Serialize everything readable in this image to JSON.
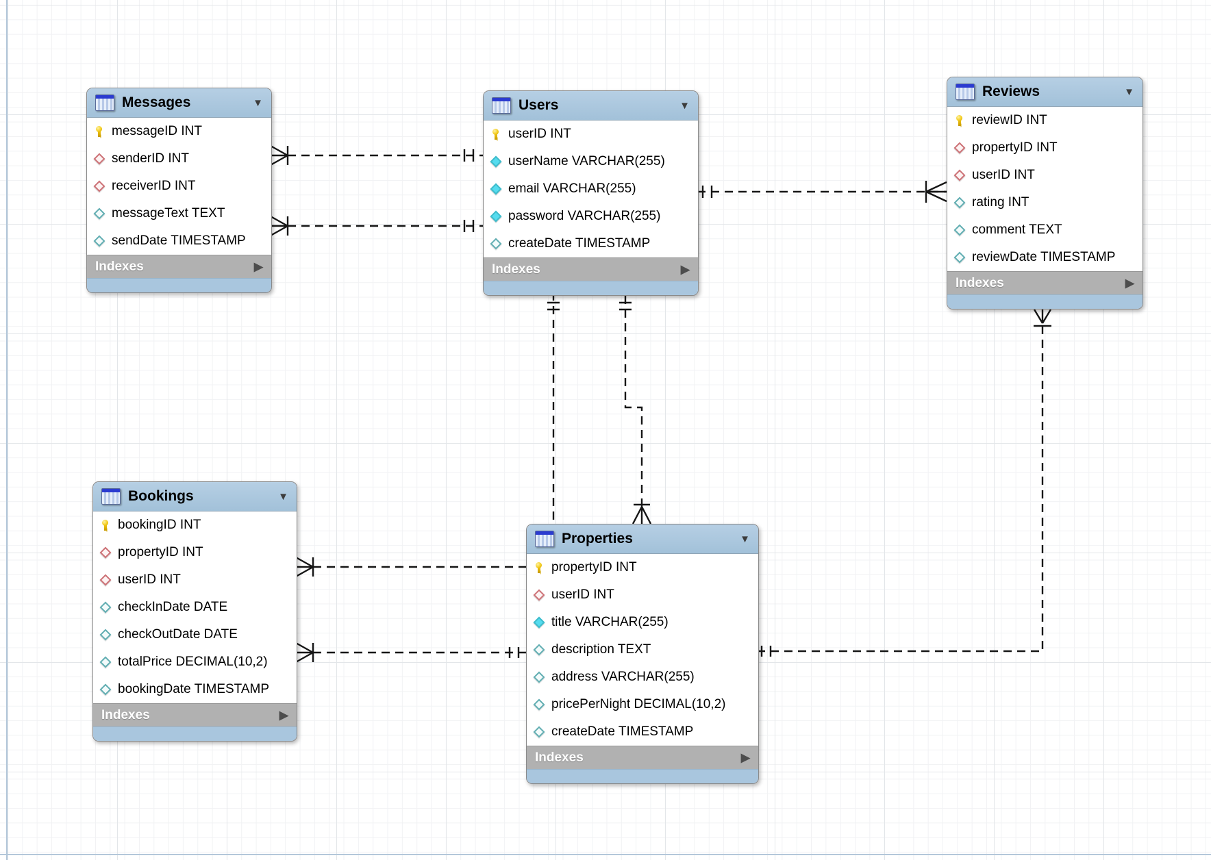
{
  "icons": {
    "collapse": "▼",
    "expand": "▶"
  },
  "colors": {
    "header_blue": "#a9c6de",
    "indexes_gray": "#b1b1b1",
    "primary_key_yellow": "#f2c918",
    "foreign_key_red": "#cd7277",
    "attribute_teal": "#62aeb2",
    "attribute_notnull_cyan": "#55dcef",
    "relationship_line": "#161616",
    "grid_line": "#f1f2f4"
  },
  "tables": {
    "messages": {
      "title": "Messages",
      "footer_label": "Indexes",
      "columns": [
        {
          "icon": "key",
          "text": "messageID INT"
        },
        {
          "icon": "fk",
          "text": "senderID INT"
        },
        {
          "icon": "fk",
          "text": "receiverID INT"
        },
        {
          "icon": "attr",
          "text": "messageText TEXT"
        },
        {
          "icon": "attr",
          "text": "sendDate TIMESTAMP"
        }
      ]
    },
    "users": {
      "title": "Users",
      "footer_label": "Indexes",
      "columns": [
        {
          "icon": "key",
          "text": "userID INT"
        },
        {
          "icon": "attr-filled",
          "text": "userName VARCHAR(255)"
        },
        {
          "icon": "attr-filled",
          "text": "email VARCHAR(255)"
        },
        {
          "icon": "attr-filled",
          "text": "password VARCHAR(255)"
        },
        {
          "icon": "attr",
          "text": "createDate TIMESTAMP"
        }
      ]
    },
    "reviews": {
      "title": "Reviews",
      "footer_label": "Indexes",
      "columns": [
        {
          "icon": "key",
          "text": "reviewID INT"
        },
        {
          "icon": "fk",
          "text": "propertyID INT"
        },
        {
          "icon": "fk",
          "text": "userID INT"
        },
        {
          "icon": "attr",
          "text": "rating INT"
        },
        {
          "icon": "attr",
          "text": "comment TEXT"
        },
        {
          "icon": "attr",
          "text": "reviewDate TIMESTAMP"
        }
      ]
    },
    "bookings": {
      "title": "Bookings",
      "footer_label": "Indexes",
      "columns": [
        {
          "icon": "key",
          "text": "bookingID INT"
        },
        {
          "icon": "fk",
          "text": "propertyID INT"
        },
        {
          "icon": "fk",
          "text": "userID INT"
        },
        {
          "icon": "attr",
          "text": "checkInDate DATE"
        },
        {
          "icon": "attr",
          "text": "checkOutDate DATE"
        },
        {
          "icon": "attr",
          "text": "totalPrice DECIMAL(10,2)"
        },
        {
          "icon": "attr",
          "text": "bookingDate TIMESTAMP"
        }
      ]
    },
    "properties": {
      "title": "Properties",
      "footer_label": "Indexes",
      "columns": [
        {
          "icon": "key",
          "text": "propertyID INT"
        },
        {
          "icon": "fk",
          "text": "userID INT"
        },
        {
          "icon": "attr-filled",
          "text": "title VARCHAR(255)"
        },
        {
          "icon": "attr",
          "text": "description TEXT"
        },
        {
          "icon": "attr",
          "text": "address VARCHAR(255)"
        },
        {
          "icon": "attr",
          "text": "pricePerNight DECIMAL(10,2)"
        },
        {
          "icon": "attr",
          "text": "createDate TIMESTAMP"
        }
      ]
    }
  },
  "relationships": [
    {
      "source": "Messages",
      "target": "Users",
      "source_end": "many-mandatory",
      "target_end": "one-mandatory",
      "style": "dashed"
    },
    {
      "source": "Messages",
      "target": "Users",
      "source_end": "many-mandatory",
      "target_end": "one-mandatory",
      "style": "dashed"
    },
    {
      "source": "Reviews",
      "target": "Users",
      "source_end": "many-mandatory",
      "target_end": "one-mandatory",
      "style": "dashed"
    },
    {
      "source": "Bookings",
      "target": "Users",
      "source_end": "many-mandatory",
      "target_end": "one-mandatory",
      "style": "dashed"
    },
    {
      "source": "Properties",
      "target": "Users",
      "source_end": "many-mandatory",
      "target_end": "one-mandatory",
      "style": "dashed"
    },
    {
      "source": "Bookings",
      "target": "Properties",
      "source_end": "many-mandatory",
      "target_end": "one-mandatory",
      "style": "dashed"
    },
    {
      "source": "Reviews",
      "target": "Properties",
      "source_end": "many-mandatory",
      "target_end": "one-mandatory",
      "style": "dashed"
    }
  ]
}
